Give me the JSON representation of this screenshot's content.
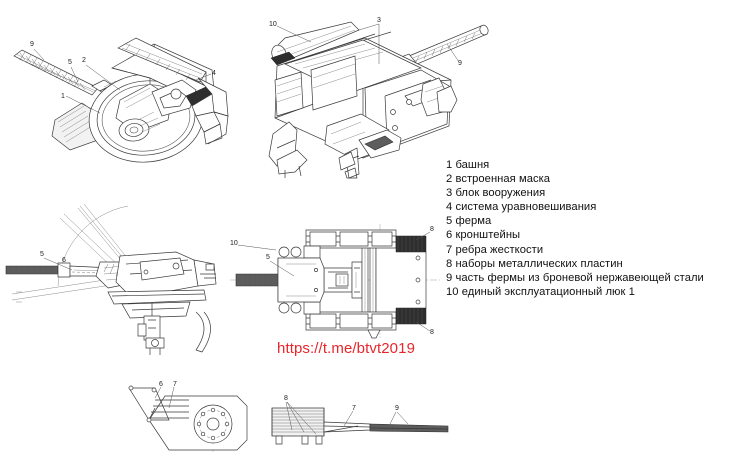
{
  "document": {
    "type": "technical-engineering-drawing",
    "subject": "Tank turret assembly",
    "background_color": "#ffffff",
    "line_color": "#3a3a3a"
  },
  "legend": {
    "items": [
      {
        "num": "1",
        "text": "башня"
      },
      {
        "num": "2",
        "text": "встроенная маска"
      },
      {
        "num": "3",
        "text": "блок вооружения"
      },
      {
        "num": "4",
        "text": "система уравновешивания"
      },
      {
        "num": "5",
        "text": "ферма"
      },
      {
        "num": "6",
        "text": "кронштейны"
      },
      {
        "num": "7",
        "text": "ребра жесткости"
      },
      {
        "num": "8",
        "text": "наборы металлических пластин"
      },
      {
        "num": "9",
        "text": "часть фермы из броневой нержавеющей стали"
      },
      {
        "num": "10",
        "text": "единый эксплуатационный люк 1"
      }
    ]
  },
  "watermark": {
    "text": "https://t.me/btvt2019",
    "color": "#e8272c"
  },
  "views": {
    "top_left": {
      "name": "isometric-front-view",
      "callouts": [
        "9",
        "5",
        "2",
        "1",
        "4"
      ]
    },
    "top_right": {
      "name": "isometric-rear-view",
      "callouts": [
        "10",
        "3",
        "9"
      ]
    },
    "middle_left": {
      "name": "side-elevation-view",
      "callouts": [
        "5",
        "6"
      ]
    },
    "middle_right": {
      "name": "plan-top-view",
      "callouts": [
        "5",
        "10",
        "8",
        "8"
      ]
    },
    "bottom_left": {
      "name": "bracket-detail-view",
      "callouts": [
        "6",
        "7"
      ]
    },
    "bottom_right": {
      "name": "plate-stack-detail-view",
      "callouts": [
        "8",
        "7",
        "9"
      ]
    }
  }
}
